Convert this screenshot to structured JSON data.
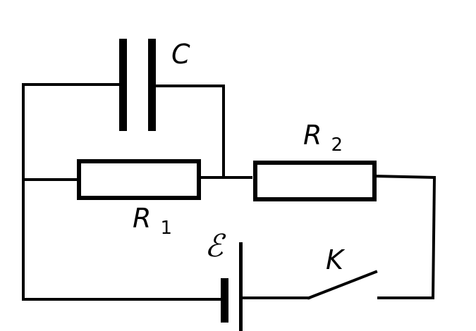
{
  "diagram": {
    "labels": {
      "capacitor": "C",
      "resistor_1_main": "R",
      "resistor_1_sub": "1",
      "resistor_2_main": "R",
      "resistor_2_sub": "2",
      "emf": "ℰ",
      "switch": "K"
    }
  }
}
